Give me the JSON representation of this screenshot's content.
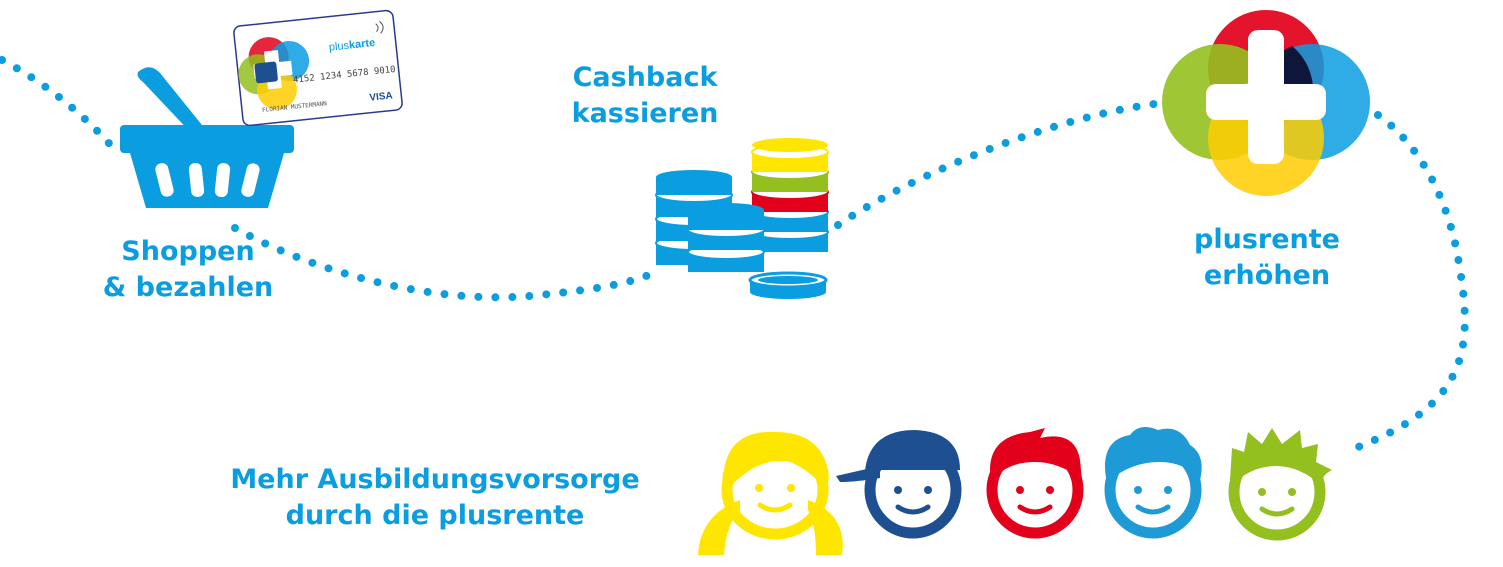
{
  "steps": [
    {
      "line1": "Shoppen",
      "line2": "& bezahlen"
    },
    {
      "line1": "Cashback",
      "line2": "kassieren"
    },
    {
      "line1": "plusrente",
      "line2": "erhöhen"
    },
    {
      "line1": "Mehr Ausbildungsvorsorge",
      "line2": "durch die plusrente"
    }
  ],
  "card": {
    "brand_prefix": "plus",
    "brand_suffix": "karte",
    "number": "4152 1234 5678 9010",
    "holder": "FLORIAN MUSTERMANN",
    "network": "VISA"
  },
  "colors": {
    "accent_blue": "#0a9de0",
    "red": "#e2001a",
    "green": "#93c01f",
    "yellow": "#ffcc00",
    "dark_blue": "#1d4f91",
    "light_blue": "#1e9ad6",
    "kid_yellow": "#ffe600"
  },
  "icons": [
    "shopping-basket-icon",
    "credit-card-icon",
    "coin-stacks-icon",
    "plus-logo-icon",
    "children-faces-icon"
  ]
}
